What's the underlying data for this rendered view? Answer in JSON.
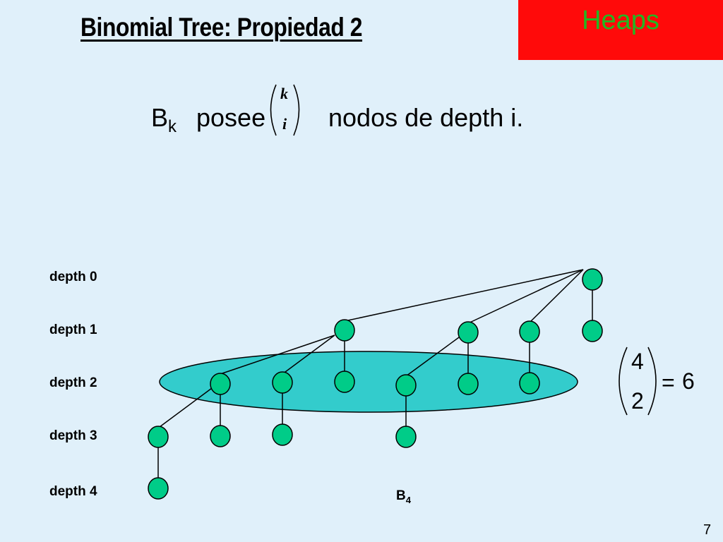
{
  "slide": {
    "title": "Binomial Tree: Propiedad 2",
    "corner_label": "Heaps",
    "number": "7"
  },
  "statement": {
    "prefix": "B",
    "subscript": "k",
    "verb": "posee",
    "binom_top": "k",
    "binom_bottom": "i",
    "suffix": "nodos de depth i."
  },
  "diagram": {
    "depth_labels": [
      "depth 0",
      "depth 1",
      "depth 2",
      "depth 3",
      "depth 4"
    ],
    "tree_label": "B",
    "tree_label_sub": "4",
    "example": {
      "top": "4",
      "bottom": "2",
      "equals": "=",
      "result": "6"
    },
    "colors": {
      "node": "#00cc88",
      "ellipse": "#33cccc",
      "accent_box": "#ff0a0a",
      "accent_text": "#22b822"
    }
  }
}
